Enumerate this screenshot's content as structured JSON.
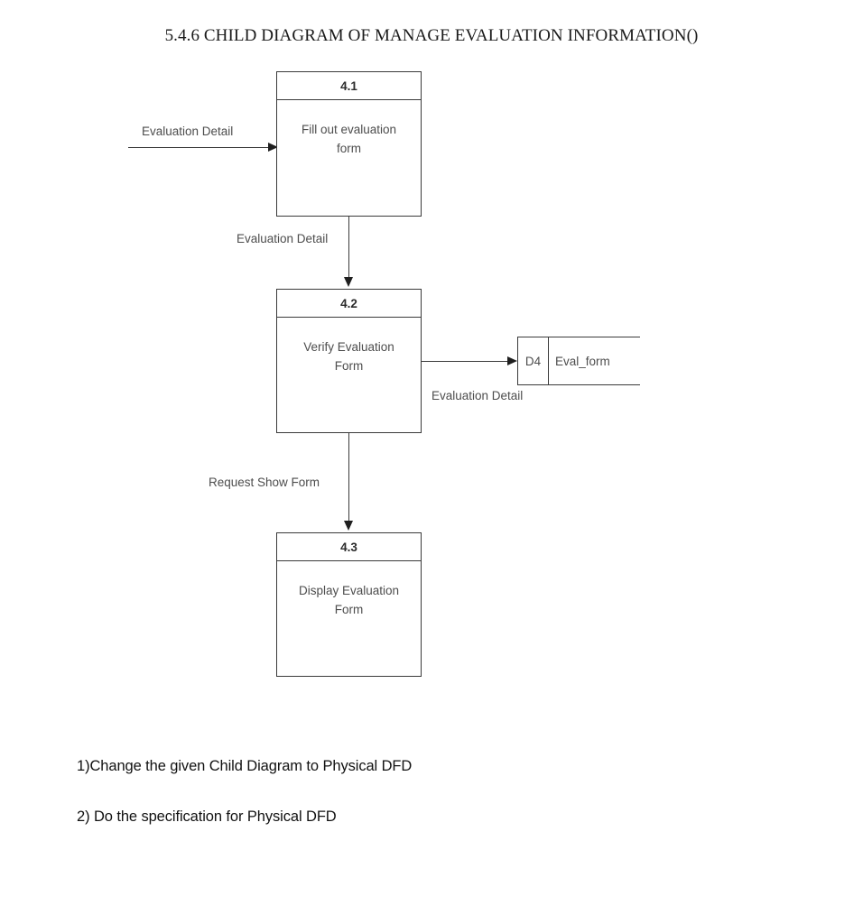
{
  "document": {
    "title": "5.4.6 CHILD DIAGRAM OF MANAGE EVALUATION INFORMATION()"
  },
  "diagram": {
    "type": "data-flow-diagram",
    "processes": [
      {
        "id": "4.1",
        "name": "Fill out evaluation form",
        "name_line1": "Fill out evaluation",
        "name_line2": "form"
      },
      {
        "id": "4.2",
        "name": "Verify Evaluation Form",
        "name_line1": "Verify Evaluation",
        "name_line2": "Form"
      },
      {
        "id": "4.3",
        "name": "Display Evaluation Form",
        "name_line1": "Display Evaluation",
        "name_line2": "Form"
      }
    ],
    "data_stores": [
      {
        "id": "D4",
        "name": "Eval_form"
      }
    ],
    "flows": [
      {
        "label": "Evaluation Detail",
        "from": "external-source",
        "to": "4.1",
        "direction": "right"
      },
      {
        "label": "Evaluation Detail",
        "from": "4.1",
        "to": "4.2",
        "direction": "down"
      },
      {
        "label": "Evaluation Detail",
        "from": "4.2",
        "to": "D4",
        "direction": "right"
      },
      {
        "label": "Request Show Form",
        "from": "4.2",
        "to": "4.3",
        "direction": "down"
      }
    ]
  },
  "tasks": [
    "1)Change the given Child Diagram to Physical DFD",
    "2) Do the specification for Physical DFD"
  ],
  "colors": {
    "stroke": "#3a3a3a",
    "text": "#4d4d4d",
    "title_text": "#1a1a1a",
    "task_text": "#121212",
    "background": "#ffffff"
  }
}
